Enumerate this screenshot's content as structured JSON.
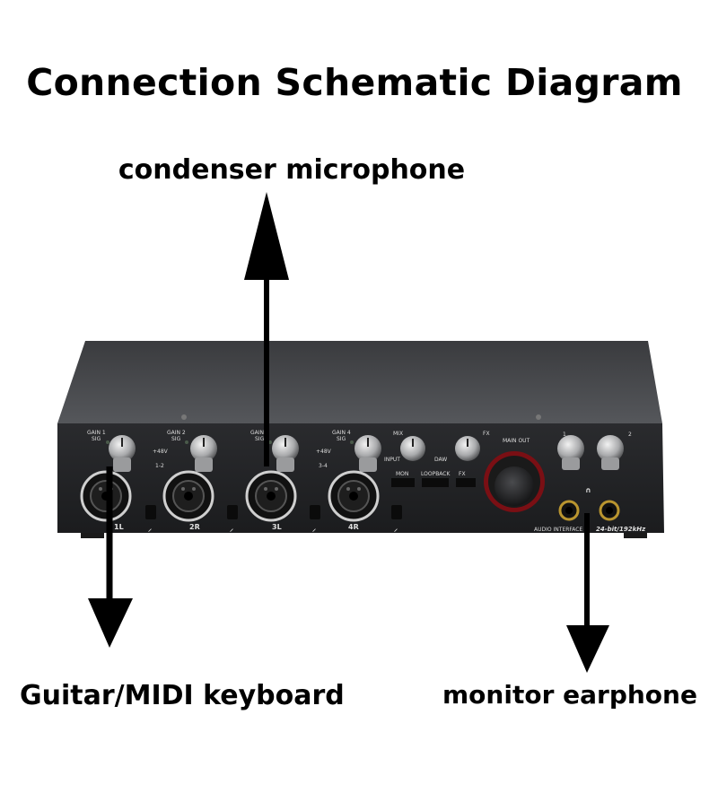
{
  "title": "Connection Schematic Diagram",
  "labels": {
    "top": "condenser microphone",
    "bottom_left": "Guitar/MIDI keyboard",
    "bottom_right": "monitor earphone"
  },
  "panel": {
    "gain_labels": [
      "GAIN 1",
      "GAIN 2",
      "GAIN 3",
      "GAIN 4"
    ],
    "sig": "SIG",
    "phantom_1": "+48V",
    "phantom_1_ch": "1-2",
    "phantom_2": "+48V",
    "phantom_2_ch": "3-4",
    "input_labels": [
      "1L",
      "2R",
      "3L",
      "4R"
    ],
    "mix": "MIX",
    "input": "INPUT",
    "daw": "DAW",
    "fx": "FX",
    "mon": "MON",
    "loopback": "LOOPBACK",
    "fx_sw": "FX",
    "main_out": "MAIN OUT",
    "phones_1": "1",
    "phones_2": "2",
    "audio_interface": "AUDIO INTERFACE",
    "spec": "24-bit/192kHz"
  }
}
